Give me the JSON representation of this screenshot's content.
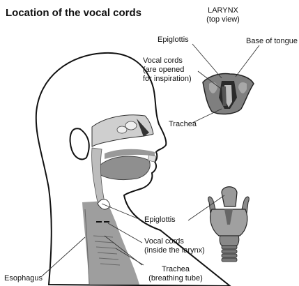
{
  "title": "Location of the vocal cords",
  "labels": {
    "larynx_top_view": [
      "LARYNX",
      "(top view)"
    ],
    "epiglottis_top": "Epiglottis",
    "base_of_tongue": "Base of tongue",
    "vocal_cords_top": [
      "Vocal cords",
      "(are opened",
      "for inspiration)"
    ],
    "trachea_top": "Trachea",
    "epiglottis_side": "Epiglottis",
    "vocal_cords_side": [
      "Vocal cords",
      "(inside the larynx)"
    ],
    "trachea_side": [
      "Trachea",
      "(breathing tube)"
    ],
    "esophagus": "Esophagus"
  }
}
